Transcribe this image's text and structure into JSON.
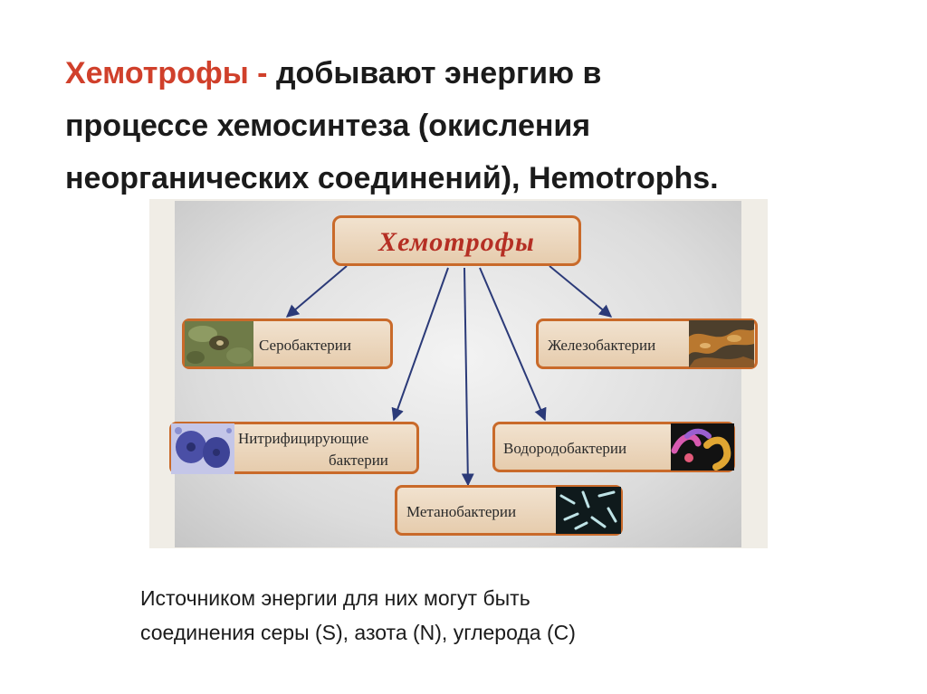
{
  "title": {
    "highlight": "Хемотрофы -",
    "line1_rest": " добывают энергию в",
    "line2": "процессе хемосинтеза (окисления",
    "line3": "неорганических соединений), Hemotrophs."
  },
  "diagram": {
    "root": "Хемотрофы",
    "nodes": {
      "sulfur": "Серобактерии",
      "iron": "Железобактерии",
      "nitrifying_1": "Нитрифицирующие",
      "nitrifying_2": "бактерии",
      "hydrogen": "Водородобактерии",
      "methane": "Метанобактерии"
    }
  },
  "footer": {
    "line1": "Источником энергии для них могут быть",
    "line2": "соединения серы (S), азота (N), углерода (С)"
  }
}
